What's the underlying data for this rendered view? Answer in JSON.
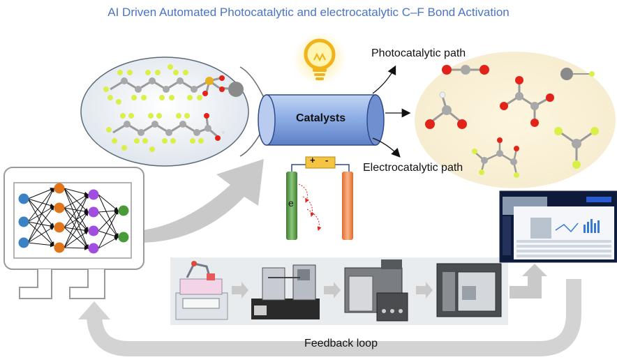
{
  "title": "AI Driven Automated Photocatalytic and electrocatalytic C–F Bond Activation",
  "catalyst_label": "Catalysts",
  "photocatalytic_label": "Photocatalytic path",
  "electrocatalytic_label": "Electrocatalytic path",
  "feedback_label": "Feedback loop",
  "electrode_plus": "+",
  "electrode_minus": "-",
  "electron_label": "e",
  "colors": {
    "title": "#4a74c4",
    "catalyst_cylinder": "#8eaee6",
    "fluorine_atom": "#dbef4a",
    "carbon_atom": "#a8a8a8",
    "oxygen_atom": "#e2231a",
    "input_node": "#3b82c4",
    "hidden_node_1": "#e0751b",
    "hidden_node_2": "#a14ee0",
    "output_node": "#4a9a3a",
    "anode": "#5a9a4a",
    "cathode": "#f08a4a"
  }
}
